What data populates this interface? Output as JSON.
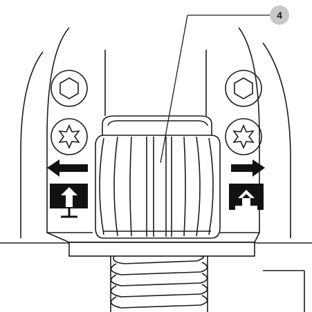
{
  "callout": {
    "label": "4",
    "badge_color": "#c8c8c8"
  },
  "symbols": {
    "left_arrow_icon": "arrow-left",
    "right_arrow_icon": "arrow-right",
    "left_block_icon": "release-arrow-up",
    "right_block_icon": "lock-arrow-up"
  },
  "colors": {
    "line": "#1a1a1a",
    "fill_dark": "#111111",
    "fill_light": "#ffffff"
  }
}
